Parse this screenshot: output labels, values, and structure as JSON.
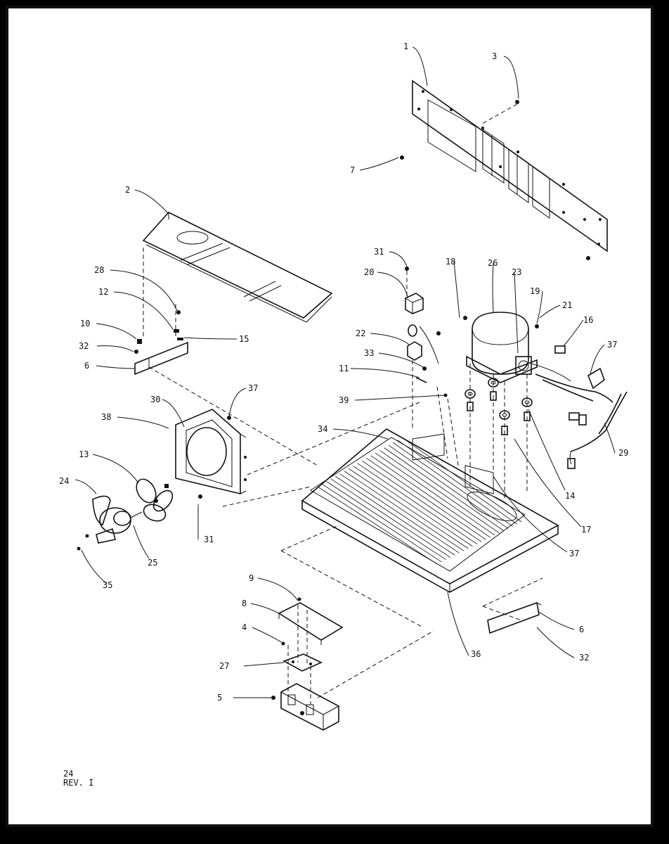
{
  "page": {
    "number": "24",
    "revision": "REV. I"
  },
  "callouts": [
    {
      "id": "c1",
      "label": "1"
    },
    {
      "id": "c2",
      "label": "2"
    },
    {
      "id": "c3",
      "label": "3"
    },
    {
      "id": "c4",
      "label": "4"
    },
    {
      "id": "c5",
      "label": "5"
    },
    {
      "id": "c6a",
      "label": "6"
    },
    {
      "id": "c6b",
      "label": "6"
    },
    {
      "id": "c7",
      "label": "7"
    },
    {
      "id": "c8",
      "label": "8"
    },
    {
      "id": "c9",
      "label": "9"
    },
    {
      "id": "c10",
      "label": "10"
    },
    {
      "id": "c11",
      "label": "11"
    },
    {
      "id": "c12",
      "label": "12"
    },
    {
      "id": "c13",
      "label": "13"
    },
    {
      "id": "c14",
      "label": "14"
    },
    {
      "id": "c15",
      "label": "15"
    },
    {
      "id": "c16",
      "label": "16"
    },
    {
      "id": "c17",
      "label": "17"
    },
    {
      "id": "c18",
      "label": "18"
    },
    {
      "id": "c19",
      "label": "19"
    },
    {
      "id": "c20",
      "label": "20"
    },
    {
      "id": "c21",
      "label": "21"
    },
    {
      "id": "c22",
      "label": "22"
    },
    {
      "id": "c23",
      "label": "23"
    },
    {
      "id": "c24",
      "label": "24"
    },
    {
      "id": "c25",
      "label": "25"
    },
    {
      "id": "c26",
      "label": "26"
    },
    {
      "id": "c27",
      "label": "27"
    },
    {
      "id": "c28",
      "label": "28"
    },
    {
      "id": "c29",
      "label": "29"
    },
    {
      "id": "c30",
      "label": "30"
    },
    {
      "id": "c31a",
      "label": "31"
    },
    {
      "id": "c31b",
      "label": "31"
    },
    {
      "id": "c32a",
      "label": "32"
    },
    {
      "id": "c32b",
      "label": "32"
    },
    {
      "id": "c33",
      "label": "33"
    },
    {
      "id": "c34",
      "label": "34"
    },
    {
      "id": "c35",
      "label": "35"
    },
    {
      "id": "c36",
      "label": "36"
    },
    {
      "id": "c37a",
      "label": "37"
    },
    {
      "id": "c37b",
      "label": "37"
    },
    {
      "id": "c37c",
      "label": "37"
    },
    {
      "id": "c38",
      "label": "38"
    },
    {
      "id": "c39",
      "label": "39"
    }
  ]
}
